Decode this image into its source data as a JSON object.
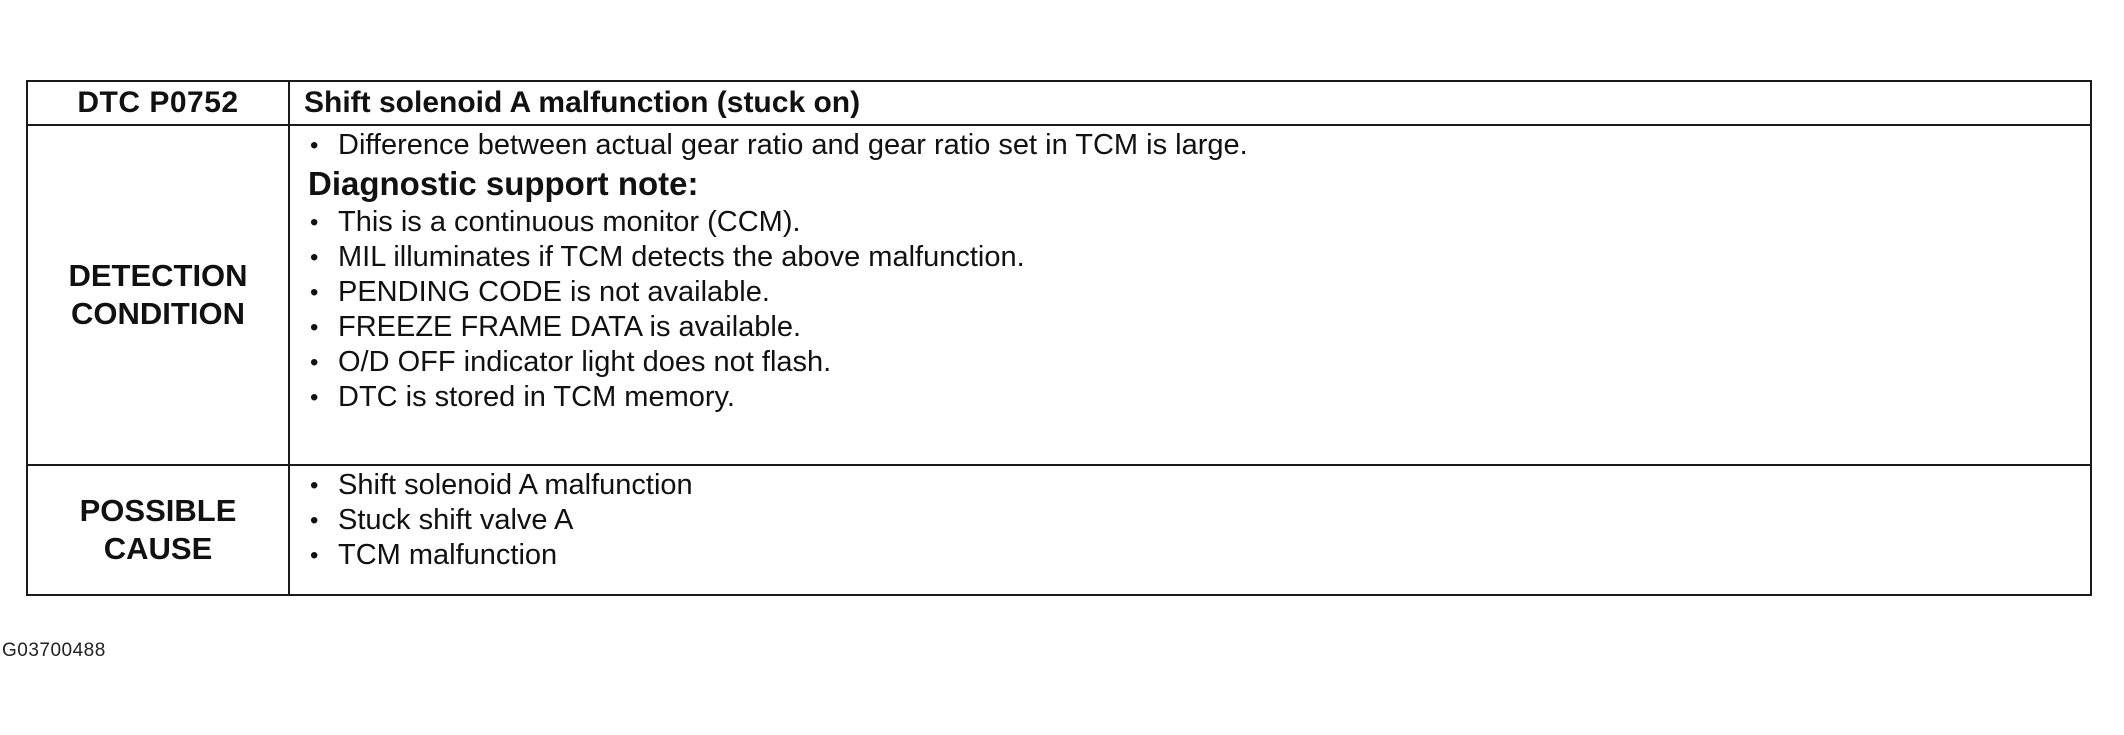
{
  "table": {
    "header": {
      "code": "DTC P0752",
      "title": "Shift solenoid A malfunction (stuck on)"
    },
    "detection": {
      "label_line1": "DETECTION",
      "label_line2": "CONDITION",
      "intro_items": [
        "Difference between actual gear ratio and gear ratio set in TCM is large."
      ],
      "note_heading": "Diagnostic support note:",
      "note_items": [
        "This is a continuous monitor (CCM).",
        "MIL illuminates if TCM detects the above malfunction.",
        "PENDING CODE is not available.",
        "FREEZE FRAME DATA is available.",
        "O/D OFF indicator light does not flash.",
        "DTC is stored in TCM memory."
      ]
    },
    "possible_cause": {
      "label_line1": "POSSIBLE",
      "label_line2": "CAUSE",
      "items": [
        "Shift solenoid A malfunction",
        "Stuck shift valve A",
        "TCM malfunction"
      ]
    }
  },
  "figure_id": "G03700488",
  "bullet_glyph": "•"
}
